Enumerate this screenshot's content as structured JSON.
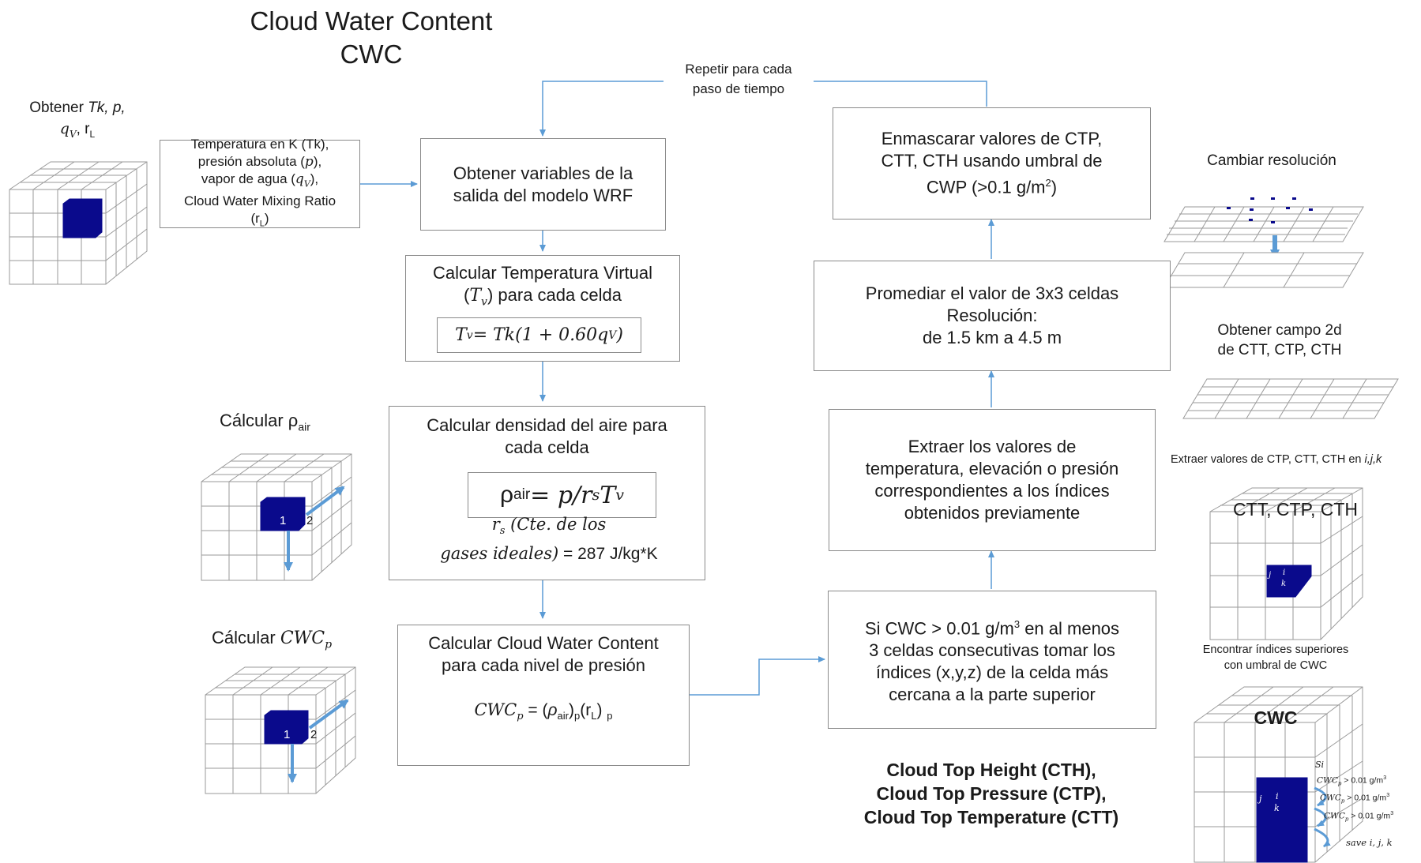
{
  "title": {
    "line1": "Cloud Water Content",
    "line2": "CWC"
  },
  "repeat_note": {
    "line1": "Repetir para cada",
    "line2": "paso de tiempo"
  },
  "left_labels": {
    "obtener": {
      "text": "Obtener",
      "vars": "Tk, p,",
      "qv": "q",
      "qv_sub": "V",
      "rl": ", r",
      "rl_sub": "L"
    },
    "rho": {
      "text": "Cálcular ρ",
      "sub": "air"
    },
    "cwc": {
      "text": "Cálcular ",
      "var": "CWC",
      "sub": "p"
    }
  },
  "input_box": {
    "l1": "Temperatura en K (Tk),",
    "l2a": "presión absoluta (",
    "l2v": "p",
    "l2b": "),",
    "l3a": "vapor de agua (",
    "l3v": "q",
    "l3s": "V",
    "l3b": "),",
    "l4": "Cloud Water Mixing Ratio",
    "l5a": "(r",
    "l5s": "L",
    "l5b": ")"
  },
  "boxes": {
    "obtener_variables": {
      "l1": "Obtener variables de la",
      "l2": "salida del modelo WRF"
    },
    "temp_virtual": {
      "l1": "Calcular Temperatura Virtual",
      "l2a": "(",
      "l2v": "T",
      "l2s": "v",
      "l2b": ") para cada celda",
      "eq_a": "T",
      "eq_s": "v",
      "eq_b": " = Tk(1 + 0.60q",
      "eq_s2": "V",
      "eq_c": ")"
    },
    "densidad": {
      "l1": "Calcular densidad del aire para",
      "l2": "cada celda",
      "eq_a": "ρ",
      "eq_s": "air",
      "eq_b": " = p/r",
      "eq_s2": "s",
      "eq_c": "T",
      "eq_s3": "v",
      "note1": "r",
      "note1s": "s",
      "note1b": " (Cte. de los",
      "note2": "gases ideales)",
      "note2b": " = 287 J/kg*K"
    },
    "cwc_box": {
      "l1": "Calcular Cloud Water Content",
      "l2": "para cada nivel de presión",
      "eq_a": "CWC",
      "eq_s": "p",
      "eq_b": " = (",
      "eq_rho": "ρ",
      "eq_rs": "air",
      "eq_c": ")",
      "eq_cs": "p",
      "eq_d": "(r",
      "eq_ds": "L",
      "eq_e": ") ",
      "eq_es": "p"
    },
    "si_cwc": {
      "l1a": "Si CWC > 0.01 g/m",
      "l1s": "3",
      "l1b": " en al menos",
      "l2": "3 celdas consecutivas tomar los",
      "l3": "índices (x,y,z) de la celda más",
      "l4": "cercana a la parte superior"
    },
    "extraer": {
      "l1": "Extraer los valores de",
      "l2": "temperatura, elevación o presión",
      "l3": "correspondientes a los índices",
      "l4": "obtenidos previamente"
    },
    "promediar": {
      "l1": "Promediar el valor de 3x3 celdas",
      "l2": "Resolución:",
      "l3": "de 1.5 km a 4.5 m"
    },
    "enmascarar": {
      "l1": "Enmascarar valores de CTP,",
      "l2": "CTT, CTH usando umbral de",
      "l3a": "CWP (>0.1 g/m",
      "l3s": "2",
      "l3b": ")"
    }
  },
  "bottom_title": {
    "l1": "Cloud Top Height (CTH),",
    "l2": "Cloud Top Pressure (CTP),",
    "l3": "Cloud Top Temperature (CTT)"
  },
  "right_labels": {
    "cambiar": "Cambiar resolución",
    "obtener_campo_l1": "Obtener campo 2d",
    "obtener_campo_l2": "de CTT, CTP, CTH",
    "extraer_valores": "Extraer valores de CTP, CTT, CTH en ",
    "extraer_valores_ijk": "i,j,k",
    "cube_ctt": "CTT, CTP, CTH",
    "encontrar_l1": "Encontrar índices superiores",
    "encontrar_l2": "con umbral de CWC",
    "cube_cwc": "CWC",
    "si": "Si",
    "cond": "CWC",
    "cond_s": "p",
    "cond_val": " > 0.01 g/m",
    "cond_sup": "3",
    "save": "save i, j, k",
    "idx_i": "i",
    "idx_j": "j",
    "idx_k": "k"
  },
  "arrow_labels": {
    "one": "1",
    "two": "2"
  },
  "colors": {
    "accent": "#0a0a8c",
    "arrow": "#5b9bd5",
    "border": "#8a8a8a",
    "grid": "#9a9a9a"
  }
}
